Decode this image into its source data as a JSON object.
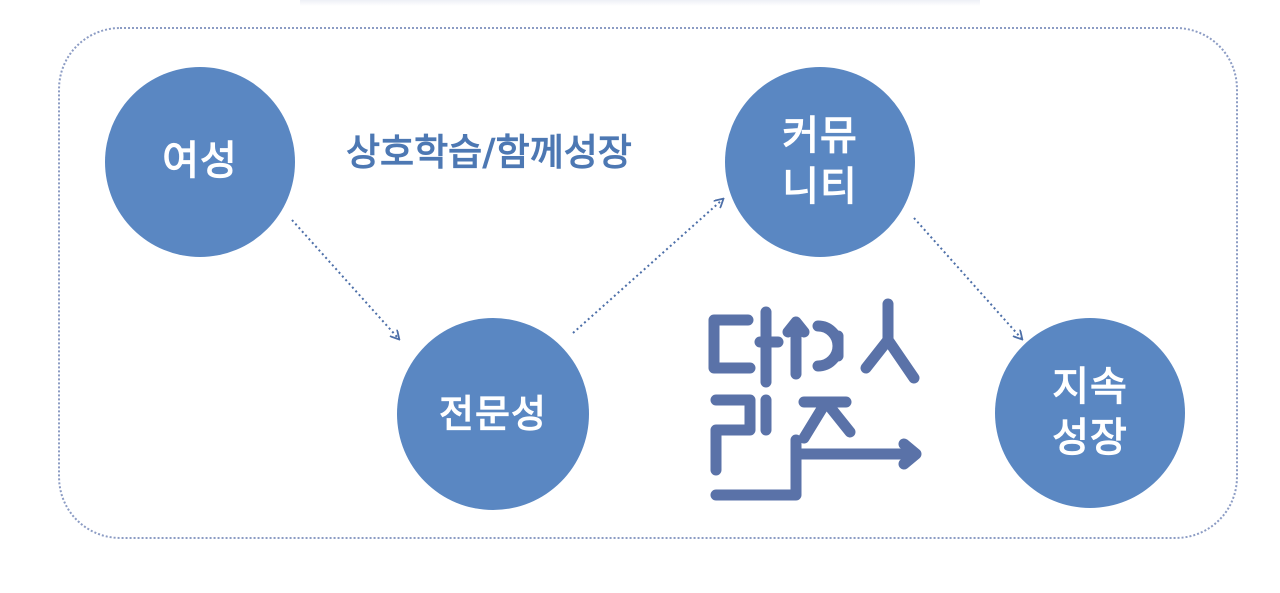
{
  "diagram": {
    "nodes": [
      {
        "id": "women",
        "label": "여성"
      },
      {
        "id": "expertise",
        "label": "전문성"
      },
      {
        "id": "community",
        "label": "커뮤\n니티"
      },
      {
        "id": "sustainable",
        "label": "지속\n성장"
      }
    ],
    "caption": "상호학습/함께성장",
    "edges": [
      {
        "from": "women",
        "to": "expertise"
      },
      {
        "from": "expertise",
        "to": "community"
      },
      {
        "from": "community",
        "to": "sustainable"
      }
    ],
    "colors": {
      "node_fill": "#5a87c2",
      "node_text": "#ffffff",
      "caption_text": "#4d78b3",
      "frame_border": "#8c9cc4",
      "arrow": "#4d6fa8",
      "logo": "#5a72a8"
    },
    "logo_icon": "path-arrows-logo-icon"
  }
}
